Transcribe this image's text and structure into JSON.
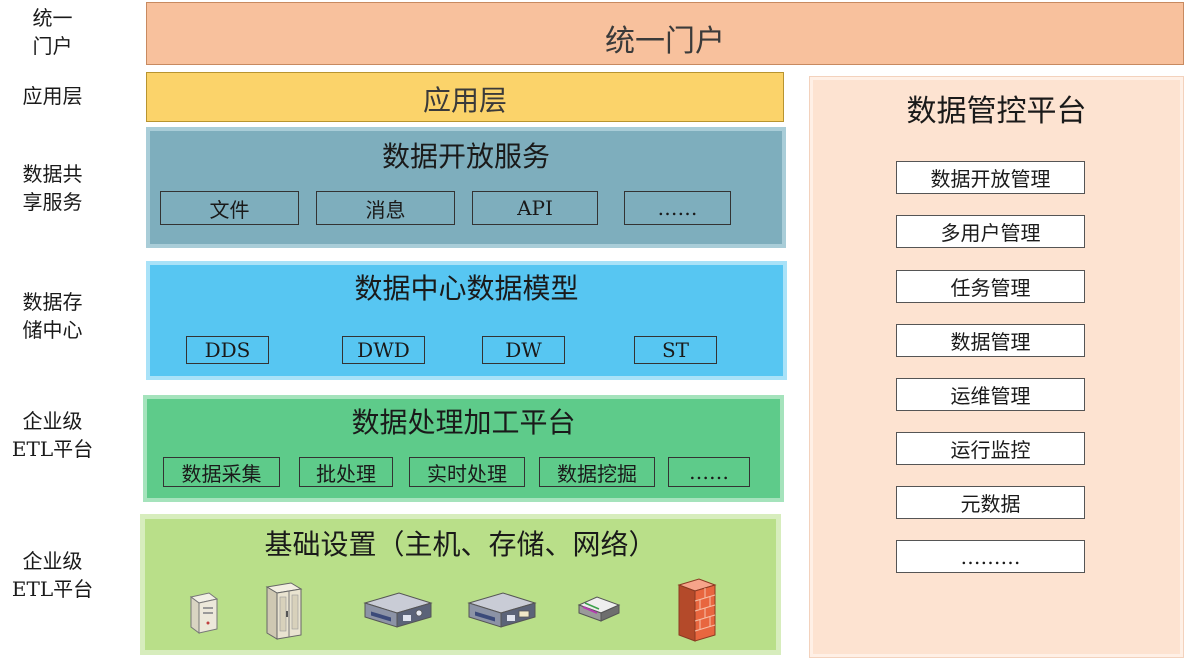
{
  "side_labels": {
    "portal": "统一\n门户",
    "app": "应用层",
    "share": "数据共\n享服务",
    "store": "数据存\n储中心",
    "etl": "企业级\nETL平台",
    "infra": "企业级\nETL平台"
  },
  "portal": {
    "title": "统一门户"
  },
  "app": {
    "title": "应用层"
  },
  "share": {
    "title": "数据开放服务",
    "items": [
      "文件",
      "消息",
      "API",
      "……"
    ]
  },
  "store": {
    "title": "数据中心数据模型",
    "items": [
      "DDS",
      "DWD",
      "DW",
      "ST"
    ]
  },
  "etl": {
    "title": "数据处理加工平台",
    "items": [
      "数据采集",
      "批处理",
      "实时处理",
      "数据挖掘",
      "……"
    ]
  },
  "infra": {
    "title": "基础设置（主机、存储、网络）",
    "devices": [
      "server-icon",
      "storage-cabinet-icon",
      "rack-server-icon",
      "rack-server-icon",
      "switch-icon",
      "firewall-icon"
    ]
  },
  "mgmt": {
    "title": "数据管控平台",
    "items": [
      "数据开放管理",
      "多用户管理",
      "任务管理",
      "数据管理",
      "运维管理",
      "运行监控",
      "元数据",
      "………"
    ]
  }
}
